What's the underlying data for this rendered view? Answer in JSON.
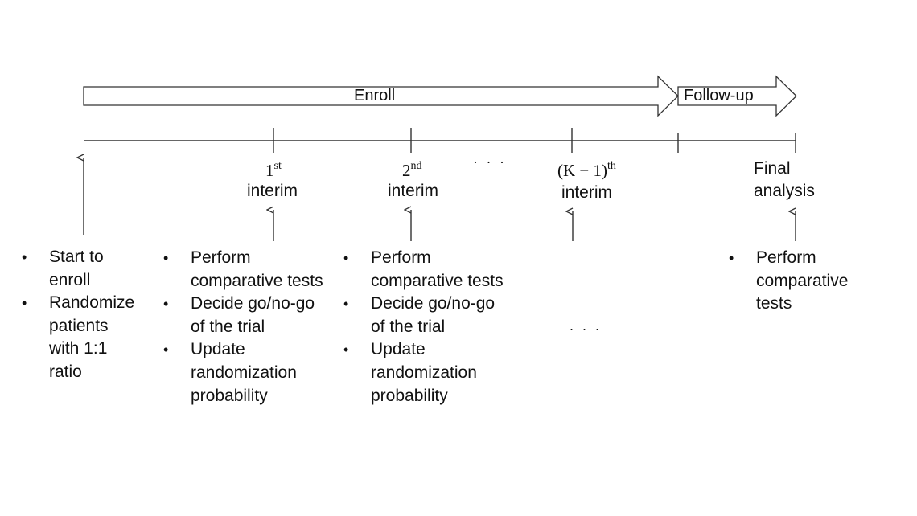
{
  "phases": {
    "enroll": "Enroll",
    "follow_up": "Follow-up"
  },
  "milestones": {
    "first": {
      "ordinal": "1",
      "suffix": "st",
      "label": "interim"
    },
    "second": {
      "ordinal": "2",
      "suffix": "nd",
      "label": "interim"
    },
    "ellipsis_top": "· · ·",
    "last": {
      "ordinal": "(K − 1)",
      "suffix": "th",
      "label": "interim"
    },
    "final": {
      "line1": "Final",
      "line2": "analysis"
    }
  },
  "actions": {
    "start": [
      "Start to\nenroll",
      "Randomize\npatients\nwith 1:1\nratio"
    ],
    "first_interim": [
      "Perform\ncomparative tests",
      "Decide go/no-go\nof the trial",
      "Update\nrandomization\nprobability"
    ],
    "second_interim": [
      "Perform\ncomparative tests",
      "Decide go/no-go\nof the trial",
      "Update\nrandomization\nprobability"
    ],
    "ellipsis_bottom": ". . .",
    "final_analysis": [
      "Perform\ncomparative\ntests"
    ]
  },
  "colors": {
    "stroke": "#333333",
    "text": "#111111",
    "background": "#ffffff"
  }
}
